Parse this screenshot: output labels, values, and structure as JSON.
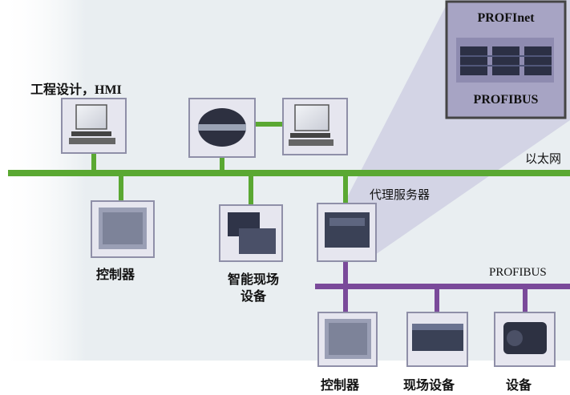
{
  "labels": {
    "engineering_hmi": "工程设计，HMI",
    "ethernet": "以太网",
    "proxy_server": "代理服务器",
    "controller": "控制器",
    "smart_field_device_l1": "智能现场",
    "smart_field_device_l2": "设备",
    "profibus_bus": "PROFIBUS",
    "controller_2": "控制器",
    "field_device": "现场设备",
    "device": "设备"
  },
  "inset": {
    "top": "PROFInet",
    "bottom": "PROFIBUS"
  },
  "colors": {
    "ethernet_line": "#5aa832",
    "profibus_line": "#7a4a9a",
    "background_panel": "#e9eef1",
    "inset_bg": "#a7a4c4",
    "device_box": "#e6e6ef"
  }
}
